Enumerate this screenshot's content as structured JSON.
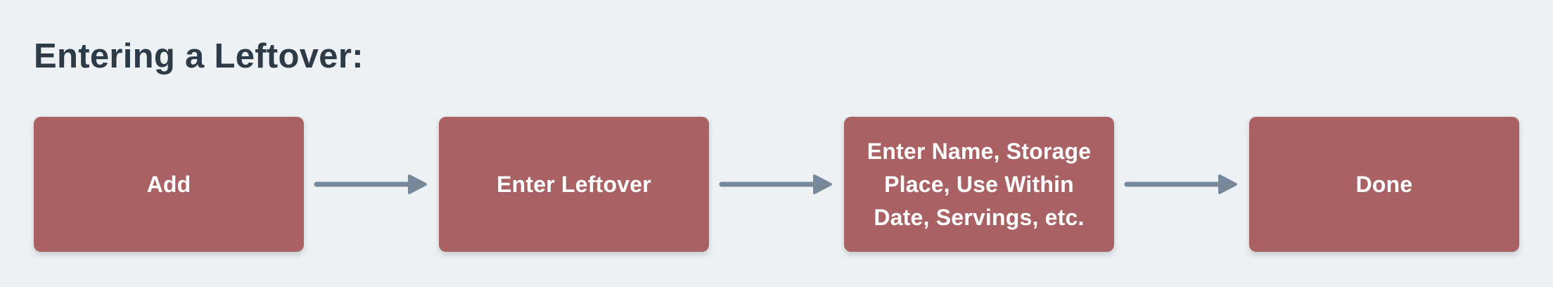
{
  "title": "Entering a Leftover:",
  "steps": [
    {
      "label": "Add"
    },
    {
      "label": "Enter Leftover"
    },
    {
      "label": "Enter Name, Storage\nPlace, Use Within\nDate, Servings, etc."
    },
    {
      "label": "Done"
    }
  ],
  "connectors": {
    "icon": "right-arrow",
    "count": 3
  },
  "colors": {
    "background": "#eef1f4",
    "node_fill": "#aa6164",
    "node_text": "#ffffff",
    "title_text": "#2d3b48",
    "arrow": "#77889a"
  }
}
